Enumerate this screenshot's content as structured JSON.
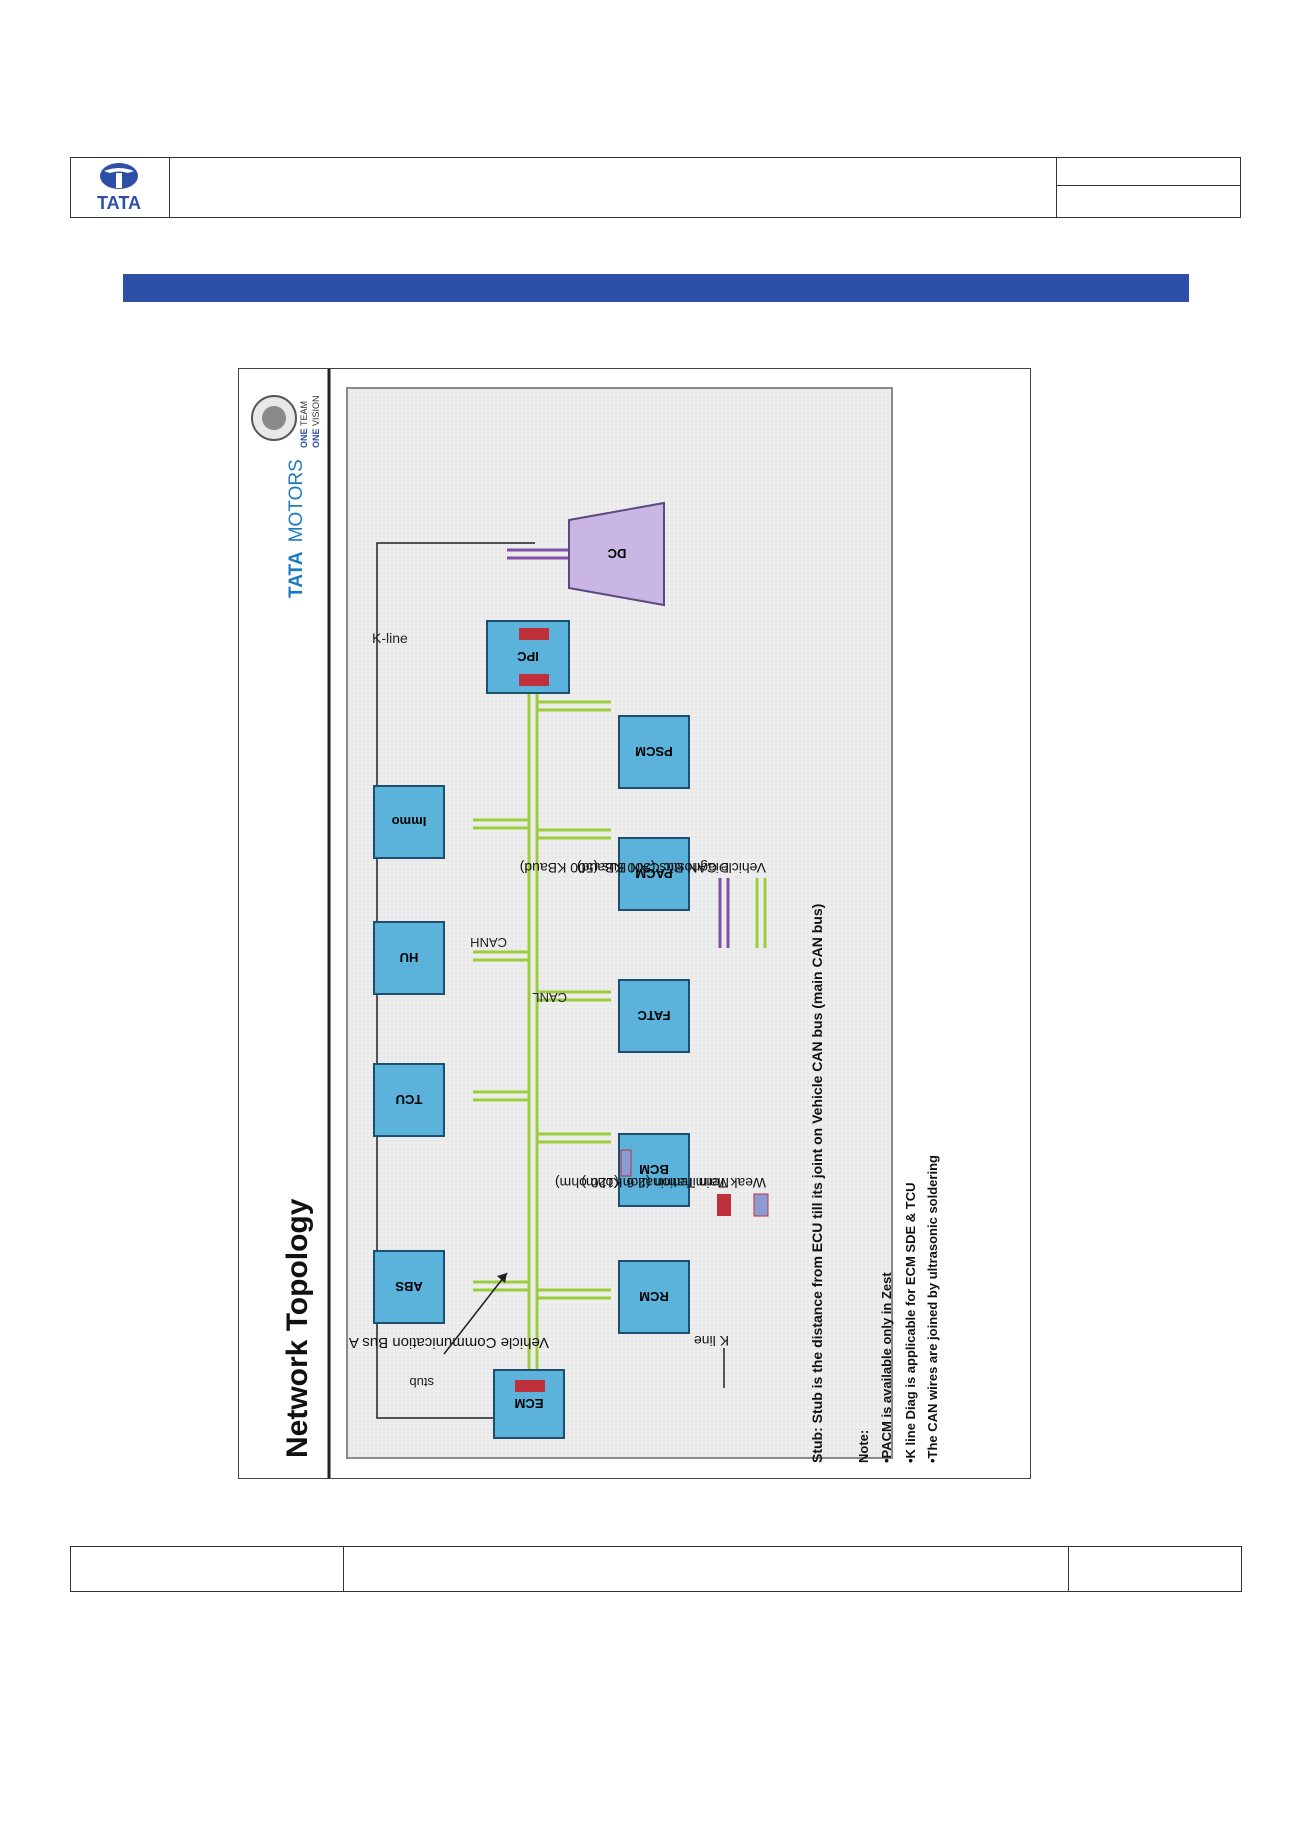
{
  "header": {
    "logo_text": "TATA"
  },
  "slide": {
    "title": "Network Topology",
    "brand_bold": "TATA",
    "brand_light": "MOTORS",
    "team_badge": {
      "line1": "ONE",
      "line1b": "TEAM",
      "line2": "ONE",
      "line2b": "VISION"
    },
    "modules": {
      "dc": "DC",
      "ipc": "IPC",
      "ecm": "ECM",
      "abs": "ABS",
      "tcu": "TCU",
      "hu": "HU",
      "immo": "Immo",
      "rcm": "RCM",
      "bcm": "BCM",
      "fatc": "FATC",
      "pacm": "PACM",
      "pscm": "PSCM"
    },
    "labels": {
      "kline_top": "K-line",
      "canh": "CANH",
      "canl": "CANL",
      "bus": "Vehicle Communication Bus A",
      "stub": "stub"
    },
    "legend": {
      "kline": "K line",
      "main_term": "Main Termination (120 ohm)",
      "weak_term": "Weak Termination (2.6 Kohm)",
      "diag_can": "Diagnostic CAN  Bus (500 KBaud)",
      "vehicle_can": "Vehicle CAN Bus (500 KBaud)"
    },
    "notes": {
      "stub_def": "Stub:  Stub is the distance from ECU till its joint on Vehicle CAN bus (main CAN bus)",
      "note_title": "Note:",
      "note1": "•PACM is available only in Zest",
      "note2": "•K line Diag is applicable for ECM SDE & TCU",
      "note3": "•The CAN wires are joined by ultrasonic soldering"
    },
    "colors": {
      "module_fill": "#5bb3dc",
      "dc_fill": "#c9b6e4",
      "vehicle_can": "#9ccc3c",
      "diag_can": "#7d4fa6",
      "main_term": "#c0303a",
      "weak_term": "#8c9bd6"
    }
  }
}
